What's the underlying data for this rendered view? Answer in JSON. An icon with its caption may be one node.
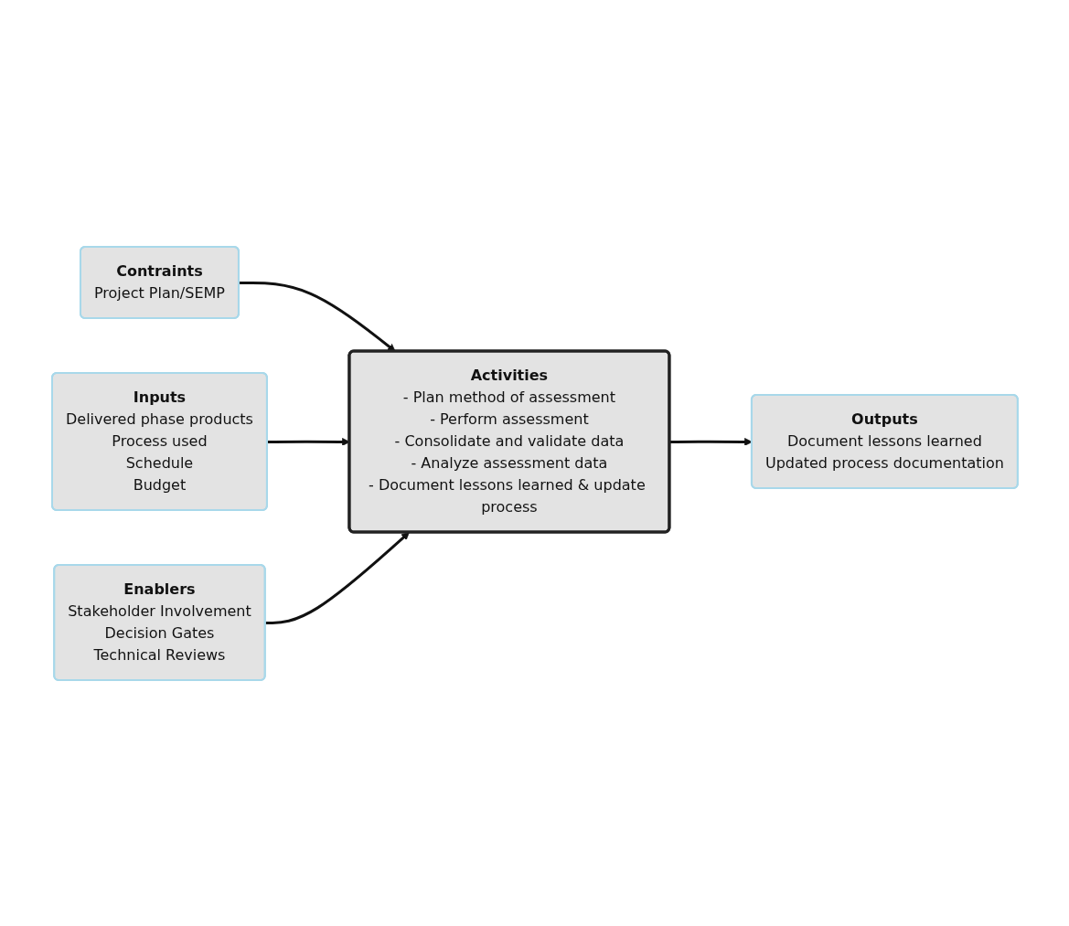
{
  "diagram": {
    "nodes": [
      {
        "text": [
          "Contraints",
          "Project Plan/SEMP"
        ]
      },
      {
        "text": [
          "Inputs",
          "Delivered phase products",
          "Process used",
          "Schedule",
          "Budget"
        ]
      },
      {
        "text": [
          "Activities",
          "- Plan method of assessment",
          "- Perform assessment",
          "- Consolidate and validate data",
          "- Analyze assessment data",
          "- Document lessons learned & update process"
        ]
      },
      {
        "text": [
          "Outputs",
          "Document lessons learned",
          "Updated process documentation"
        ]
      },
      {
        "text": [
          "Enablers",
          "Stakeholder Involvement",
          "Decision Gates",
          "Technical Reviews"
        ]
      }
    ],
    "edges": [
      {
        "from": 0,
        "to": 2,
        "arrow": "to"
      },
      {
        "from": 1,
        "to": 2,
        "arrow": "to"
      },
      {
        "from": 2,
        "to": 3,
        "arrow": "to"
      },
      {
        "from": 4,
        "to": 2,
        "arrow": "to"
      }
    ]
  }
}
